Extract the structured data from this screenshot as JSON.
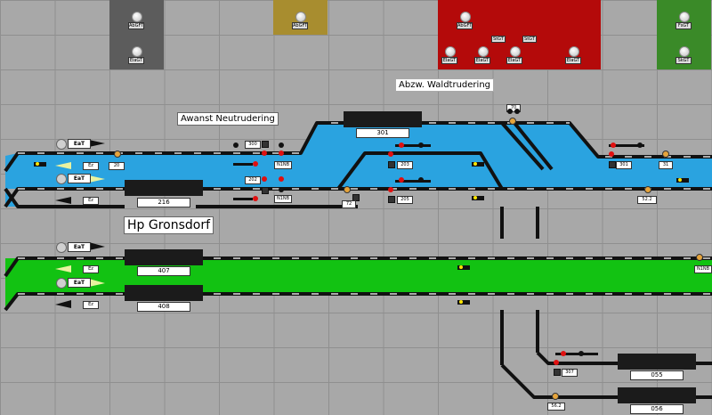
{
  "panels": [
    {
      "id": "p1",
      "color": "#5c5c5c",
      "top_label": "AbGFT",
      "bottom_label": "EiaGT"
    },
    {
      "id": "p2",
      "color": "#a88d2f",
      "top_label": "AbGFT",
      "bottom_label": ""
    },
    {
      "id": "p3",
      "color": "#b40a0a",
      "top_label": "AbGFT",
      "bottom_labels": [
        "EIaGT",
        "EIaGT",
        "EIaGT"
      ],
      "mid_labels": [
        "StGT",
        "StGT"
      ]
    },
    {
      "id": "p4",
      "color": "#b40a0a",
      "top_label": "",
      "bottom_label": "EIaGT"
    },
    {
      "id": "p5",
      "color": "#3a8a28",
      "top_label": "FsGT",
      "bottom_label": "SkGT"
    }
  ],
  "titles": {
    "awanst": "Awanst Neutrudering",
    "abzw": "Abzw. Waldtrudering",
    "hp": "Hp Gronsdorf"
  },
  "blocks": {
    "b216": "216",
    "b301": "301",
    "b407": "407",
    "b408": "408",
    "b055": "055",
    "b056": "056"
  },
  "track_labels": {
    "eat1": "EaT",
    "eat2": "EaT",
    "eat3": "EaT",
    "eat4": "EaT",
    "ez1": "Ez",
    "ez2": "Ez",
    "ez3": "Ez",
    "ez4": "Ez",
    "s20": "20",
    "s300": "300",
    "s202": "202",
    "s203": "203",
    "s205": "205",
    "s301": "301",
    "s31": "31",
    "s72": "72",
    "s70": "70",
    "s307": "307",
    "s522": "52.2",
    "s562": "56.2",
    "n1": "N1NB",
    "n2": "N1NB",
    "n3": "N1NB"
  },
  "colors": {
    "blue": "#2aa3e0",
    "green": "#12c212",
    "track": "#111111"
  }
}
